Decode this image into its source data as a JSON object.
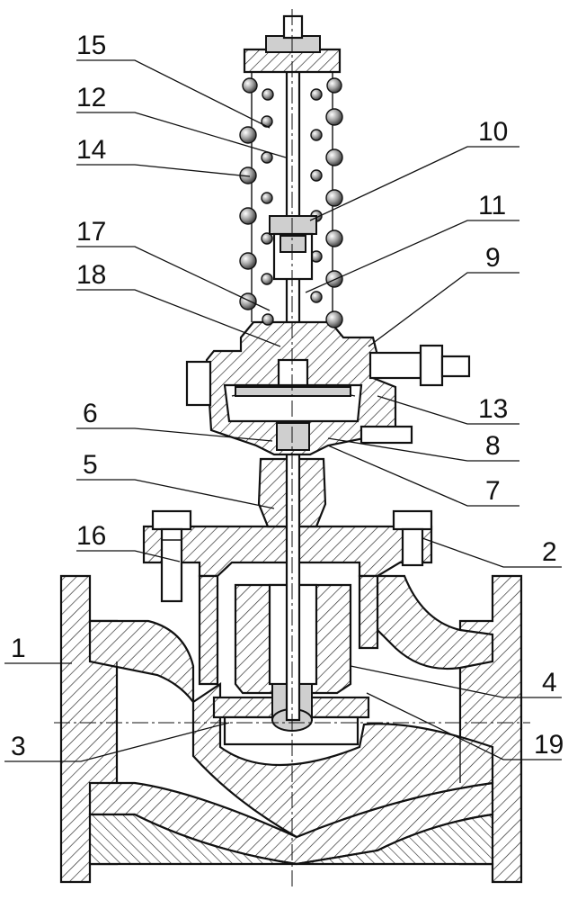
{
  "callouts": [
    {
      "id": "15",
      "text": "15"
    },
    {
      "id": "12",
      "text": "12"
    },
    {
      "id": "14",
      "text": "14"
    },
    {
      "id": "10",
      "text": "10"
    },
    {
      "id": "11",
      "text": "11"
    },
    {
      "id": "17",
      "text": "17"
    },
    {
      "id": "18",
      "text": "18"
    },
    {
      "id": "9",
      "text": "9"
    },
    {
      "id": "13",
      "text": "13"
    },
    {
      "id": "6",
      "text": "6"
    },
    {
      "id": "8",
      "text": "8"
    },
    {
      "id": "5",
      "text": "5"
    },
    {
      "id": "7",
      "text": "7"
    },
    {
      "id": "16",
      "text": "16"
    },
    {
      "id": "2",
      "text": "2"
    },
    {
      "id": "1",
      "text": "1"
    },
    {
      "id": "4",
      "text": "4"
    },
    {
      "id": "3",
      "text": "3"
    },
    {
      "id": "19",
      "text": "19"
    }
  ],
  "colors": {
    "line": "#111111",
    "hatch": "#222222",
    "background": "#ffffff"
  }
}
